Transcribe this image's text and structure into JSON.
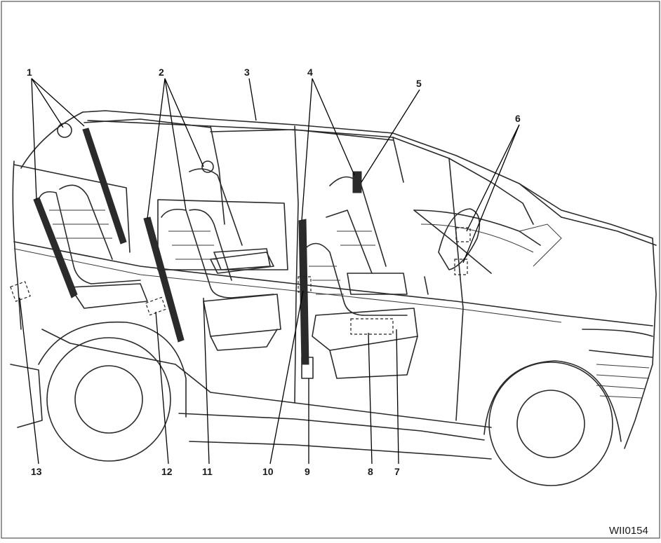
{
  "callouts": [
    {
      "number": "1"
    },
    {
      "number": "2"
    },
    {
      "number": "3"
    },
    {
      "number": "4"
    },
    {
      "number": "5"
    },
    {
      "number": "6"
    },
    {
      "number": "7"
    },
    {
      "number": "8"
    },
    {
      "number": "9"
    },
    {
      "number": "10"
    },
    {
      "number": "11"
    },
    {
      "number": "12"
    },
    {
      "number": "13"
    }
  ],
  "figure_code": "WII0154"
}
